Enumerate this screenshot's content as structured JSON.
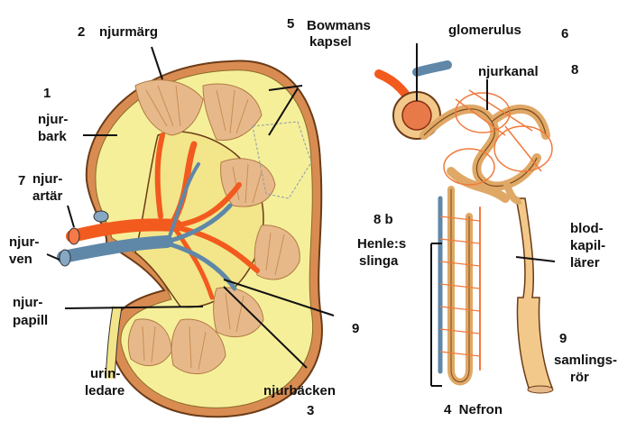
{
  "colors": {
    "cortex": "#f6ef9a",
    "capsule": "#d98c52",
    "pyramid": "#e7b98a",
    "artery": "#f25a1e",
    "vein": "#5f87a8",
    "tubule": "#f2c98b"
  },
  "labels": {
    "n2": "2",
    "njurmarg": "njurmärg",
    "n5": "5",
    "bowmans": "Bowmans",
    "kapsel": "kapsel",
    "glomerulus": "glomerulus",
    "n6": "6",
    "njurkanal": "njurkanal",
    "n8": "8",
    "n1": "1",
    "njur_bark_1": "njur-",
    "njur_bark_2": "bark",
    "n7": "7",
    "njur_artar_1": "njur-",
    "njur_artar_2": "artär",
    "njur_ven_1": "njur-",
    "njur_ven_2": "ven",
    "n8b": "8 b",
    "henle_1": "Henle:s",
    "henle_2": "slinga",
    "blod_1": "blod-",
    "blod_2": "kapil-",
    "blod_3": "lärer",
    "njur_papill_1": "njur-",
    "njur_papill_2": "papill",
    "n9_left": "9",
    "n9_right": "9",
    "samlings_1": "samlings-",
    "samlings_2": "rör",
    "urin_1": "urin-",
    "urin_2": "ledare",
    "njurbacken": "njurbäcken",
    "n3": "3",
    "nefron": "4  Nefron"
  }
}
